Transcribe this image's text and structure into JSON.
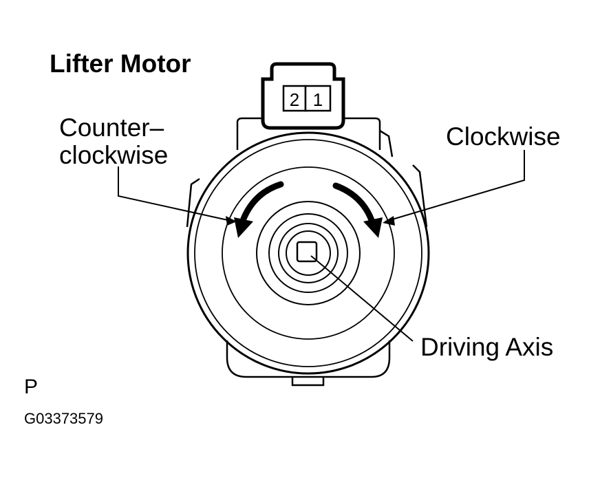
{
  "title": "Lifter Motor",
  "labels": {
    "counter_clockwise_line1": "Counter–",
    "counter_clockwise_line2": "clockwise",
    "clockwise": "Clockwise",
    "driving_axis": "Driving Axis"
  },
  "connector": {
    "pin_left": "2",
    "pin_right": "1"
  },
  "figure": {
    "code": "P",
    "id": "G03373579"
  }
}
